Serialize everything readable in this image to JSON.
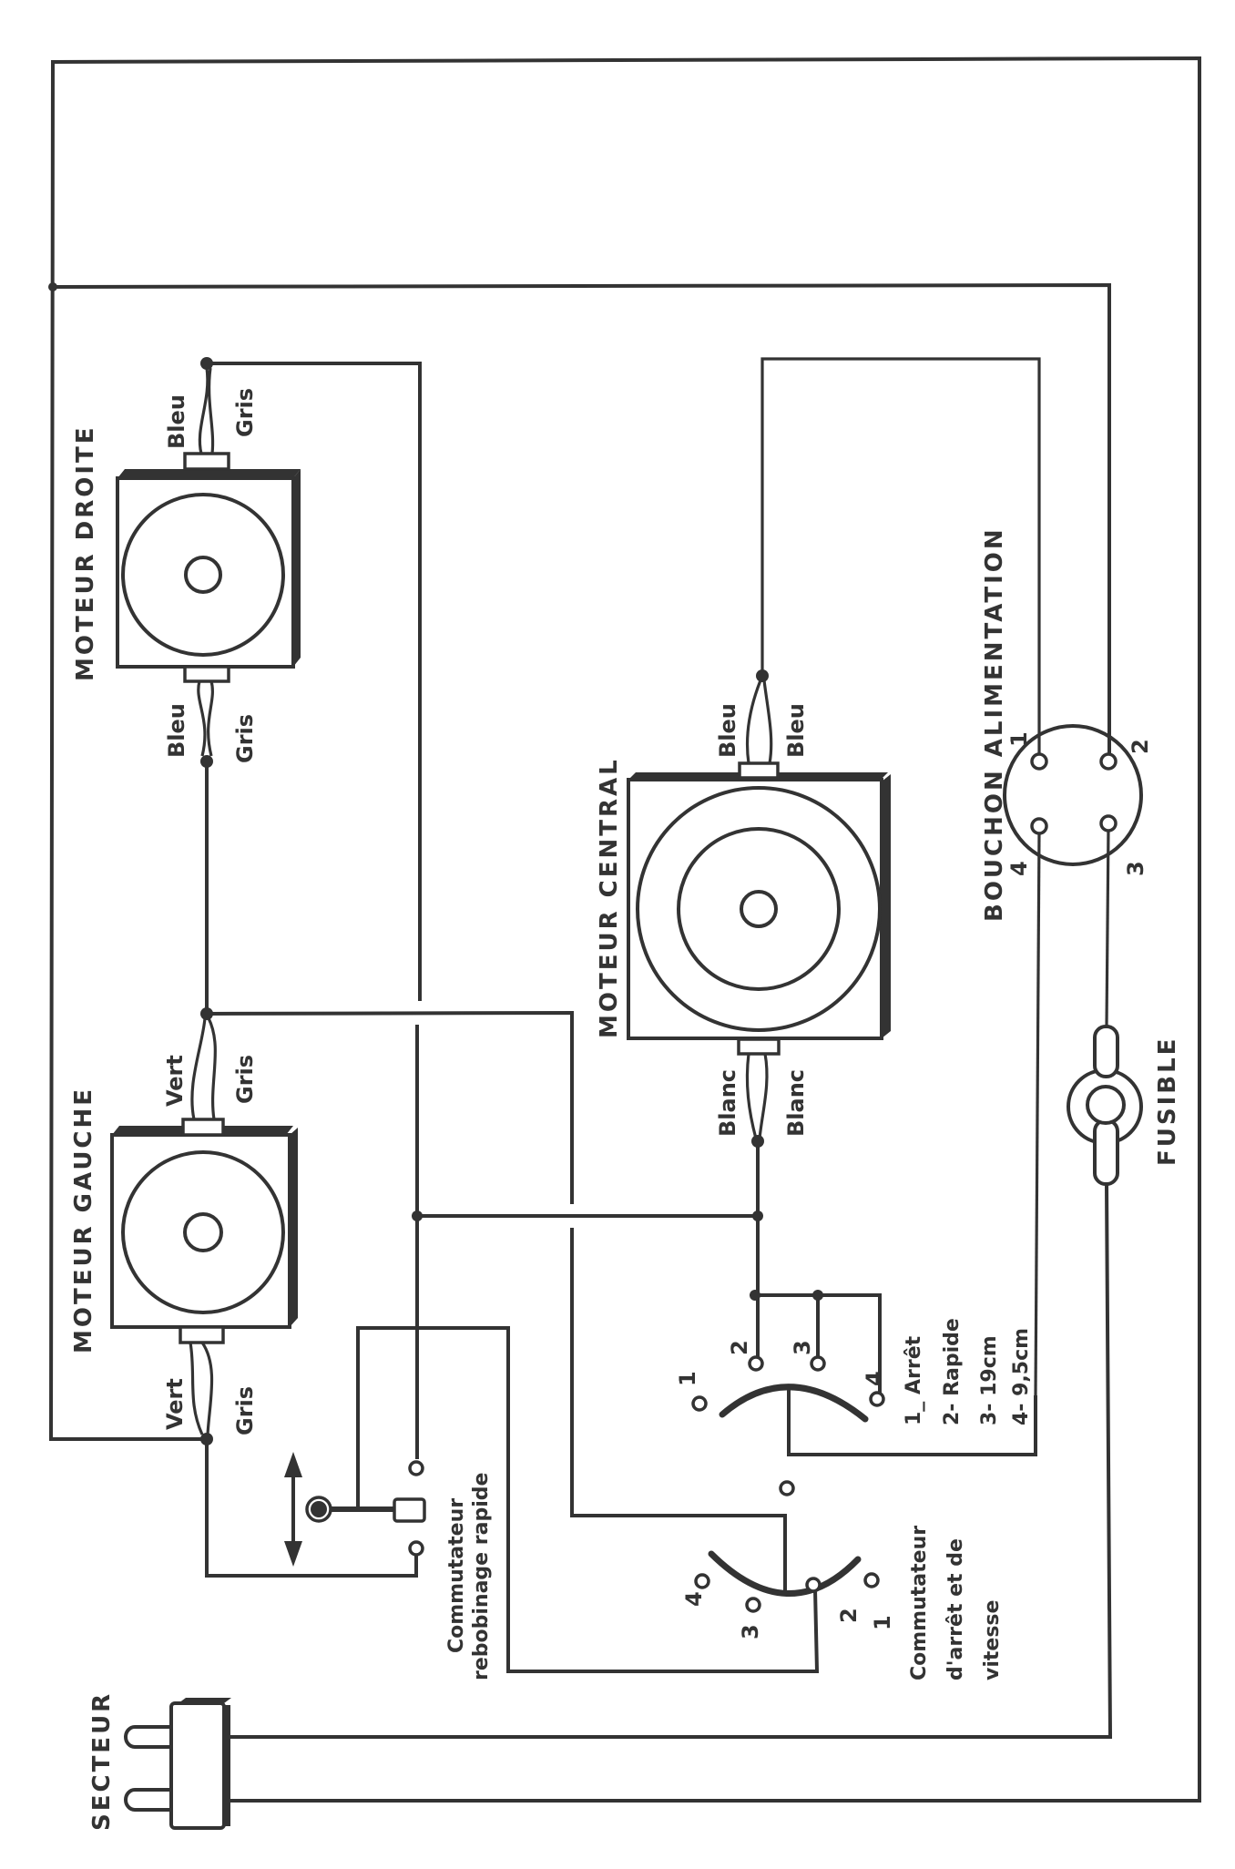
{
  "diagram": {
    "title": "Tape recorder motor wiring diagram",
    "colors": {
      "ink": "#333333",
      "paper": "#ffffff"
    },
    "components": {
      "motor_right": {
        "label": "MOTEUR DROITE",
        "wire_top_left": "Bleu",
        "wire_top_right": "Gris",
        "wire_bottom_left": "Bleu",
        "wire_bottom_right": "Gris"
      },
      "motor_left": {
        "label": "MOTEUR GAUCHE",
        "wire_top_left": "Vert",
        "wire_top_right": "Gris",
        "wire_bottom_left": "Vert",
        "wire_bottom_right": "Gris"
      },
      "motor_central": {
        "label": "MOTEUR CENTRAL",
        "wire_top_left": "Bleu",
        "wire_top_right": "Bleu",
        "wire_bottom_left": "Blanc",
        "wire_bottom_right": "Blanc"
      },
      "power_plug": {
        "label": "BOUCHON ALIMENTATION",
        "pins": [
          "1",
          "2",
          "3",
          "4"
        ]
      },
      "fuse": {
        "label": "FUSIBLE"
      },
      "mains": {
        "label": "SECTEUR"
      },
      "rewind_switch": {
        "label_line1": "Commutateur",
        "label_line2": "rebobinage rapide"
      },
      "speed_switch": {
        "label_line1": "Commutateur",
        "label_line2": "d'arrêt et de",
        "label_line3": "vitesse",
        "upper_positions": [
          "1",
          "2",
          "3",
          "4"
        ],
        "lower_positions": [
          "1",
          "2",
          "3",
          "4"
        ],
        "legend": [
          "1_ Arrêt",
          "2- Rapide",
          "3- 19cm",
          "4- 9,5cm"
        ]
      }
    }
  }
}
